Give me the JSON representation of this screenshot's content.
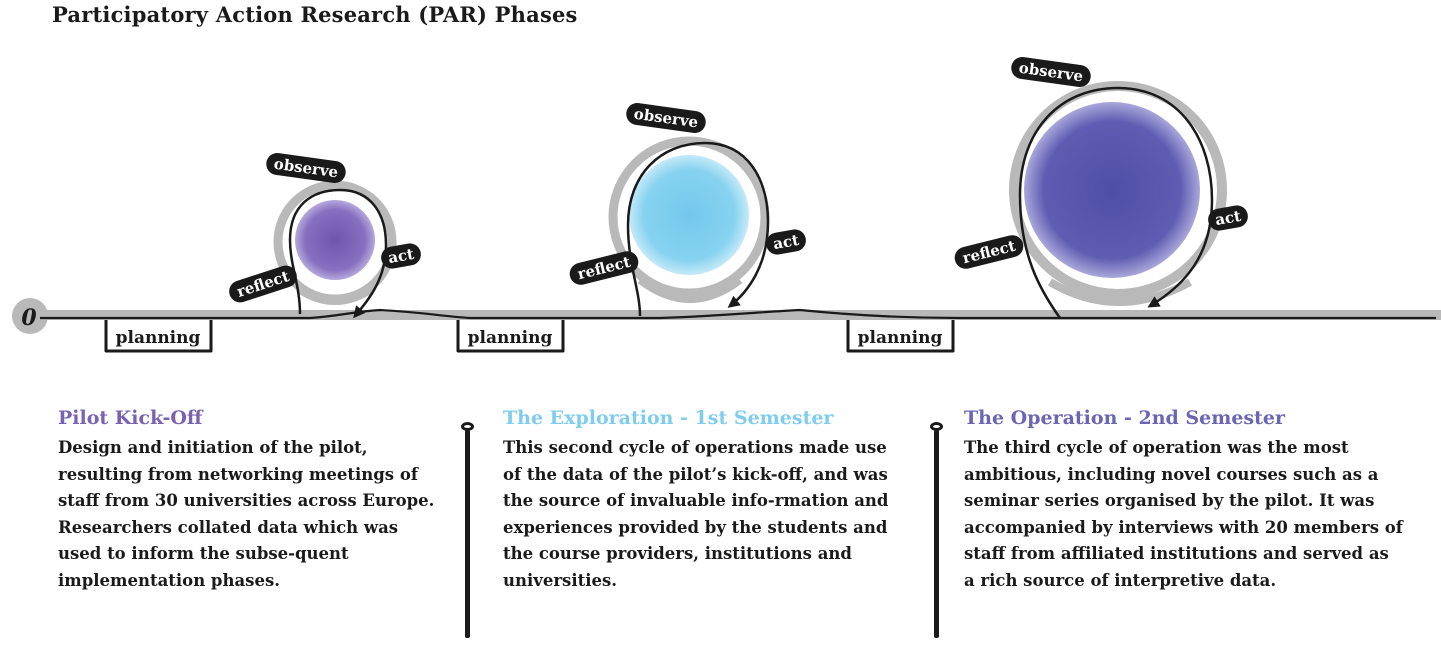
{
  "title": "Participatory Action Research (PAR) Phases",
  "start_marker": "0",
  "cycle_labels": {
    "observe": "observe",
    "act": "act",
    "reflect": "reflect",
    "planning": "planning"
  },
  "colors": {
    "cycle1": "#7b64b5",
    "cycle2": "#7fcdee",
    "cycle3": "#5a58ad",
    "track": "#b9b9b9",
    "ink": "#1a1a1a"
  },
  "phases": [
    {
      "heading": "Pilot Kick-Off",
      "heading_color": "#7a62b3",
      "text": "Design and initiation of the pilot, resulting from networking meetings of staff from 30 universities across Europe. Researchers collated data which was used to inform the subse-quent implementation phases."
    },
    {
      "heading": "The Exploration - 1st Semester",
      "heading_color": "#7fcdee",
      "text": "This second cycle of operations made use of the data of the pilot’s kick-off, and was the source of invaluable info-rmation and experiences provided by the students and the course providers, institutions and universities."
    },
    {
      "heading": "The Operation - 2nd Semester",
      "heading_color": "#6a66b4",
      "text": "The third cycle of operation was the most ambitious, including novel courses such as a seminar series organised by the pilot. It was accompanied by interviews with 20 members of staff from affiliated institutions and served as a rich source of interpretive data."
    }
  ]
}
